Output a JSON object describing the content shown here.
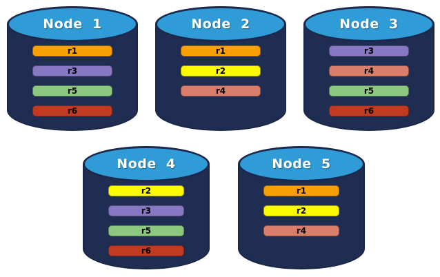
{
  "diagram": {
    "description": "Five database nodes (cylinders) each storing a set of replicas",
    "colors": {
      "background": "#FFFFFF",
      "cylinder_body": "#1F2D52",
      "cylinder_top": "#2F9BD7",
      "cylinder_outline": "#1A2646",
      "node_label_text": "#FFFFFF",
      "bar_text": "#000000"
    },
    "replica_colors": {
      "r1": "#F8A005",
      "r2": "#FDFB02",
      "r3": "#8878C4",
      "r4": "#DA7E6C",
      "r5": "#8CC87F",
      "r6": "#C23A22"
    },
    "nodes": [
      {
        "label": "Node  1",
        "replicas": [
          {
            "id": "r1",
            "color": "#F8A005"
          },
          {
            "id": "r3",
            "color": "#8878C4"
          },
          {
            "id": "r5",
            "color": "#8CC87F"
          },
          {
            "id": "r6",
            "color": "#C23A22"
          }
        ]
      },
      {
        "label": "Node  2",
        "replicas": [
          {
            "id": "r1",
            "color": "#F8A005"
          },
          {
            "id": "r2",
            "color": "#FDFB02"
          },
          {
            "id": "r4",
            "color": "#DA7E6C"
          }
        ]
      },
      {
        "label": "Node  3",
        "replicas": [
          {
            "id": "r3",
            "color": "#8878C4"
          },
          {
            "id": "r4",
            "color": "#DA7E6C"
          },
          {
            "id": "r5",
            "color": "#8CC87F"
          },
          {
            "id": "r6",
            "color": "#C23A22"
          }
        ]
      },
      {
        "label": "Node  4",
        "replicas": [
          {
            "id": "r2",
            "color": "#FDFB02"
          },
          {
            "id": "r3",
            "color": "#8878C4"
          },
          {
            "id": "r5",
            "color": "#8CC87F"
          },
          {
            "id": "r6",
            "color": "#C23A22"
          }
        ]
      },
      {
        "label": "Node  5",
        "replicas": [
          {
            "id": "r1",
            "color": "#F8A005"
          },
          {
            "id": "r2",
            "color": "#FDFB02"
          },
          {
            "id": "r4",
            "color": "#DA7E6C"
          }
        ]
      }
    ]
  }
}
